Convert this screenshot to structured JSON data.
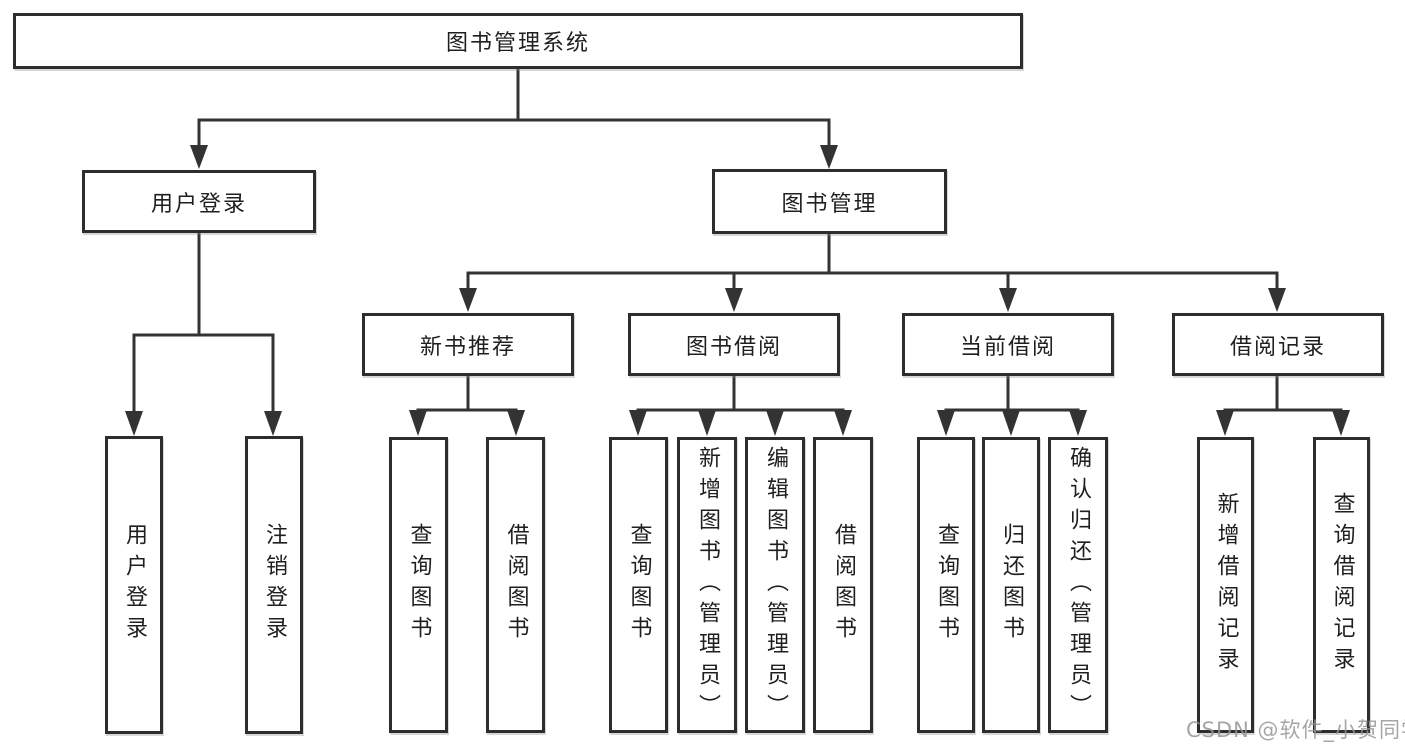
{
  "diagram": {
    "root": {
      "label": "图书管理系统"
    },
    "branches": [
      {
        "label": "用户登录",
        "children": [
          {
            "label": "用户登录"
          },
          {
            "label": "注销登录"
          }
        ]
      },
      {
        "label": "图书管理",
        "children": [
          {
            "label": "新书推荐",
            "children": [
              {
                "label": "查询图书"
              },
              {
                "label": "借阅图书"
              }
            ]
          },
          {
            "label": "图书借阅",
            "children": [
              {
                "label": "查询图书"
              },
              {
                "label": "新增图书（管理员）"
              },
              {
                "label": "编辑图书（管理员）"
              },
              {
                "label": "借阅图书"
              }
            ]
          },
          {
            "label": "当前借阅",
            "children": [
              {
                "label": "查询图书"
              },
              {
                "label": "归还图书"
              },
              {
                "label": "确认归还（管理员）"
              }
            ]
          },
          {
            "label": "借阅记录",
            "children": [
              {
                "label": "新增借阅记录"
              },
              {
                "label": "查询借阅记录"
              }
            ]
          }
        ]
      }
    ]
  },
  "watermark": "CSDN @软件_小贺同学",
  "colors": {
    "line": "#333333",
    "box_border": "#2d2d2d",
    "text": "#1f1f1f",
    "watermark": "#969696",
    "background": "#ffffff"
  }
}
